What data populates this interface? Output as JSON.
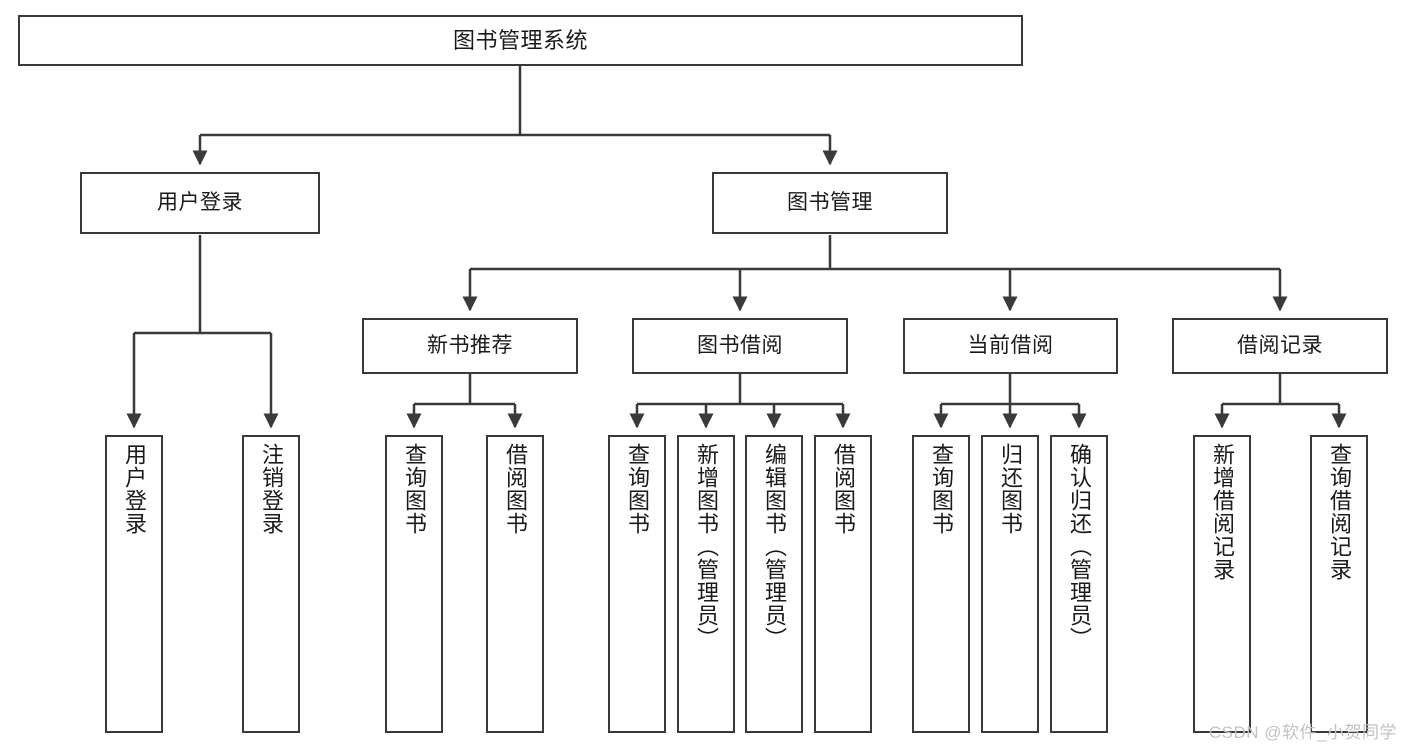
{
  "diagram": {
    "title": "图书管理系统",
    "watermark": "CSDN @软件_小贺同学",
    "style": {
      "stroke": "#3a3a3a",
      "background": "#ffffff",
      "text_color": "#1a1a1a",
      "watermark_color": "#c2c2c2"
    },
    "nodes": {
      "root": {
        "label": "图书管理系统"
      },
      "level2": [
        {
          "label": "用户登录"
        },
        {
          "label": "图书管理"
        }
      ],
      "level3": [
        {
          "label": "新书推荐"
        },
        {
          "label": "图书借阅"
        },
        {
          "label": "当前借阅"
        },
        {
          "label": "借阅记录"
        }
      ],
      "leaves": {
        "user_login": [
          {
            "label": "用户登录"
          },
          {
            "label": "注销登录"
          }
        ],
        "new_book_recommend": [
          {
            "label": "查询图书"
          },
          {
            "label": "借阅图书"
          }
        ],
        "book_borrow": [
          {
            "label": "查询图书"
          },
          {
            "label": "新增图书（管理员）"
          },
          {
            "label": "编辑图书（管理员）"
          },
          {
            "label": "借阅图书"
          }
        ],
        "current_borrow": [
          {
            "label": "查询图书"
          },
          {
            "label": "归还图书"
          },
          {
            "label": "确认归还（管理员）"
          }
        ],
        "borrow_record": [
          {
            "label": "新增借阅记录"
          },
          {
            "label": "查询借阅记录"
          }
        ]
      }
    }
  }
}
